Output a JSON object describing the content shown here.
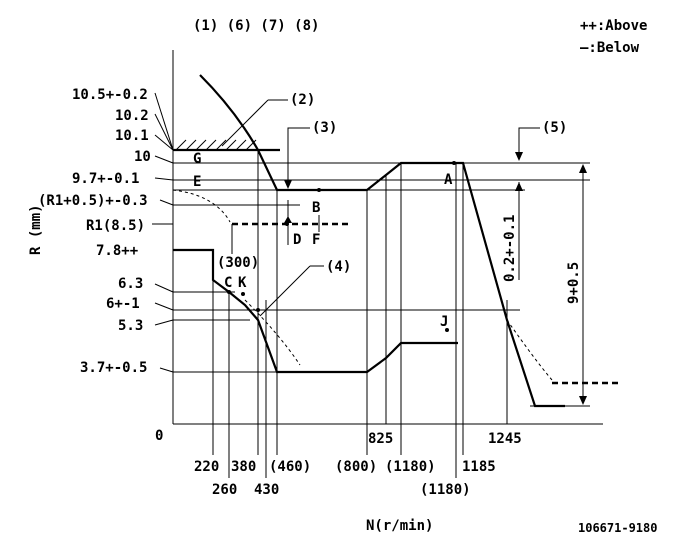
{
  "header": {
    "top_refs": "(1) (6) (7) (8)",
    "legend_above": "++:Above",
    "legend_below": "—:Below"
  },
  "y_axis": {
    "title": "R (mm)",
    "labels": [
      "10.5+-0.2",
      "10.2",
      "10.1",
      "10",
      "9.7+-0.1",
      "(R1+0.5)+-0.3",
      "R1(8.5)",
      "7.8++",
      "6.3",
      "6+-1",
      "5.3",
      "3.7+-0.5",
      "0"
    ]
  },
  "x_axis": {
    "title": "N(r/min)",
    "labels": [
      "220",
      "260",
      "380",
      "430",
      "(460)",
      "(800)",
      "825",
      "(1180)",
      "(1180)",
      "1185",
      "1245"
    ]
  },
  "points": [
    "G",
    "E",
    "B",
    "A",
    "D",
    "F",
    "C",
    "K",
    "J"
  ],
  "callouts": [
    "(2)",
    "(3)",
    "(4)",
    "(5)",
    "(300)"
  ],
  "dims": {
    "right_span": "9+0.5",
    "right_small": "0.2+-0.1"
  },
  "drawing_number": "106671-9180"
}
